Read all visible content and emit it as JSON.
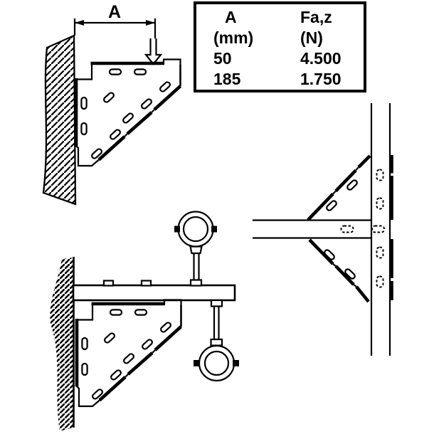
{
  "diagram": {
    "dimension_label": "A",
    "views": {
      "top_left": "wall-bracket-side-view-with-load-dimension",
      "bottom_left": "wall-bracket-with-pipe-clamps-side-view",
      "right": "post-with-double-brackets-front-view"
    }
  },
  "table": {
    "columns": [
      {
        "header": "A",
        "unit": "(mm)",
        "values": [
          "50",
          "185"
        ]
      },
      {
        "header": "Fa,z",
        "unit": "(N)",
        "values": [
          "4.500",
          "1.750"
        ]
      }
    ]
  },
  "colors": {
    "ink": "#000000",
    "paper": "#ffffff"
  }
}
